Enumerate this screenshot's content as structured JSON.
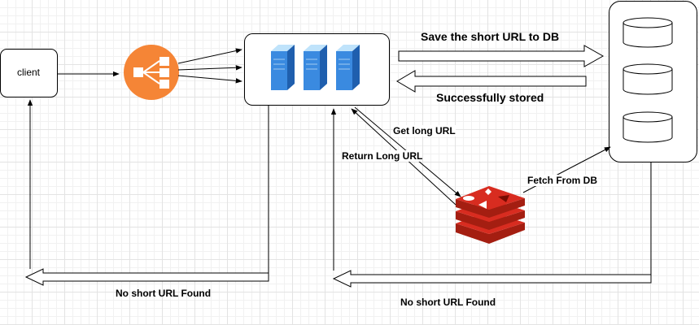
{
  "nodes": {
    "client": {
      "label": "client"
    },
    "load_balancer": {
      "icon": "load-balancer-icon",
      "color": "#f58536"
    },
    "server_group": {
      "icon": "server-rack-icon",
      "color": "#3a7fd4"
    },
    "database_group": {
      "icon": "database-icon",
      "count": 3
    },
    "redis_cache": {
      "icon": "redis-cache-icon",
      "color": "#c6302b"
    }
  },
  "edges": {
    "save_short_url": {
      "label": "Save the short URL to DB"
    },
    "successfully_stored": {
      "label": "Successfully stored"
    },
    "get_long_url": {
      "label": "Get long URL"
    },
    "return_long_url": {
      "label": "Return Long URL"
    },
    "fetch_from_db": {
      "label": "Fetch From DB"
    },
    "no_short_url_found_left": {
      "label": "No short URL Found"
    },
    "no_short_url_found_right": {
      "label": "No short URL Found"
    }
  }
}
